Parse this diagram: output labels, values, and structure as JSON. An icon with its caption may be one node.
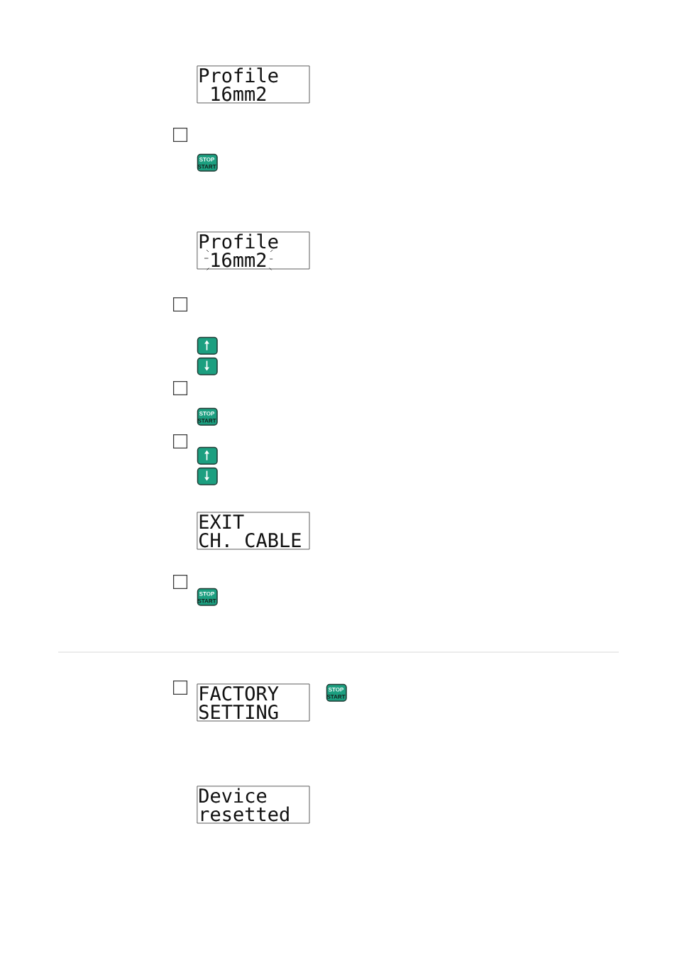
{
  "diagram": {
    "nodes": [
      {
        "text": [
          "Profile",
          "16mm2"
        ]
      },
      {
        "text": [
          "STOP",
          "START"
        ]
      },
      {
        "text": [
          "Profile",
          "16mm2"
        ]
      },
      {
        "text": [],
        "shape": "box"
      },
      {
        "text": [],
        "shape": "box"
      },
      {
        "text": [
          "STOP",
          "START"
        ]
      },
      {
        "text": [],
        "shape": "box"
      },
      {
        "text": [],
        "shape": "box"
      },
      {
        "text": [
          "EXIT",
          "CH. CABLE"
        ]
      },
      {
        "text": [
          "STOP",
          "START"
        ]
      },
      {
        "text": [
          "FACTORY",
          "SETTING"
        ]
      },
      {
        "text": [
          "STOP",
          "START"
        ]
      },
      {
        "text": [
          "Device",
          "resetted"
        ]
      }
    ]
  }
}
